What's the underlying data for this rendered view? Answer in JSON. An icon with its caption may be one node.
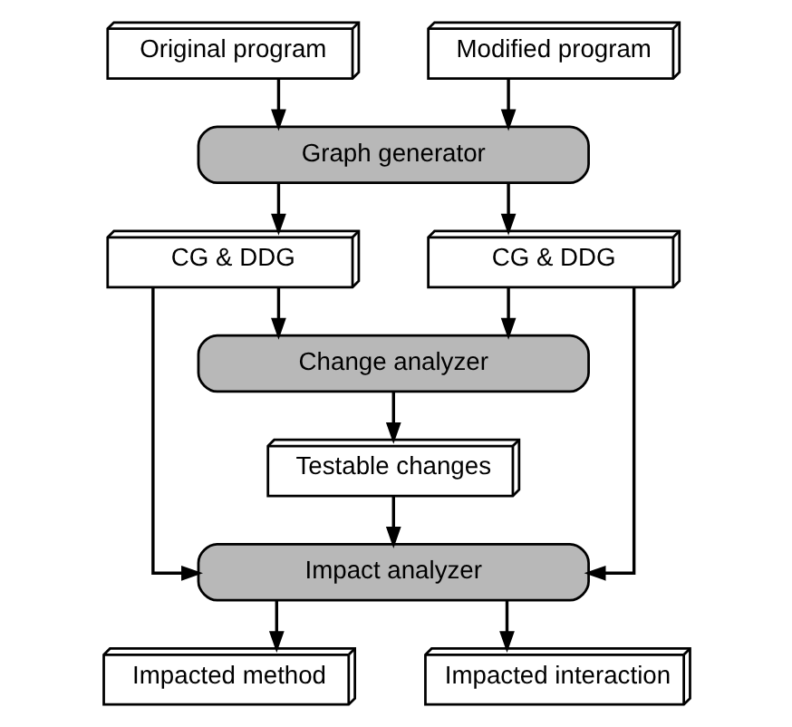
{
  "diagram": {
    "nodes": [
      {
        "text": [
          "Original program"
        ]
      },
      {
        "text": [
          "Modified program"
        ]
      },
      {
        "text": [
          "Graph generator"
        ]
      },
      {
        "text": [
          "CG & DDG"
        ]
      },
      {
        "text": [
          "CG & DDG"
        ]
      },
      {
        "text": [
          "Change analyzer"
        ]
      },
      {
        "text": [
          "Testable changes"
        ]
      },
      {
        "text": [
          "Impact analyzer"
        ]
      },
      {
        "text": [
          "Impacted method"
        ]
      },
      {
        "text": [
          "Impacted interaction"
        ]
      }
    ],
    "edges": [
      {
        "from": 0,
        "to": 2,
        "arrow": "to"
      },
      {
        "from": 1,
        "to": 2,
        "arrow": "to"
      },
      {
        "from": 2,
        "to": 3,
        "arrow": "to"
      },
      {
        "from": 2,
        "to": 4,
        "arrow": "to"
      },
      {
        "from": 3,
        "to": 5,
        "arrow": "to"
      },
      {
        "from": 4,
        "to": 5,
        "arrow": "to"
      },
      {
        "from": 5,
        "to": 6,
        "arrow": "to"
      },
      {
        "from": 6,
        "to": 7,
        "arrow": "to"
      },
      {
        "from": 3,
        "to": 7,
        "arrow": "to"
      },
      {
        "from": 4,
        "to": 7,
        "arrow": "to"
      },
      {
        "from": 7,
        "to": 8,
        "arrow": "to"
      },
      {
        "from": 7,
        "to": 9,
        "arrow": "to"
      }
    ]
  }
}
